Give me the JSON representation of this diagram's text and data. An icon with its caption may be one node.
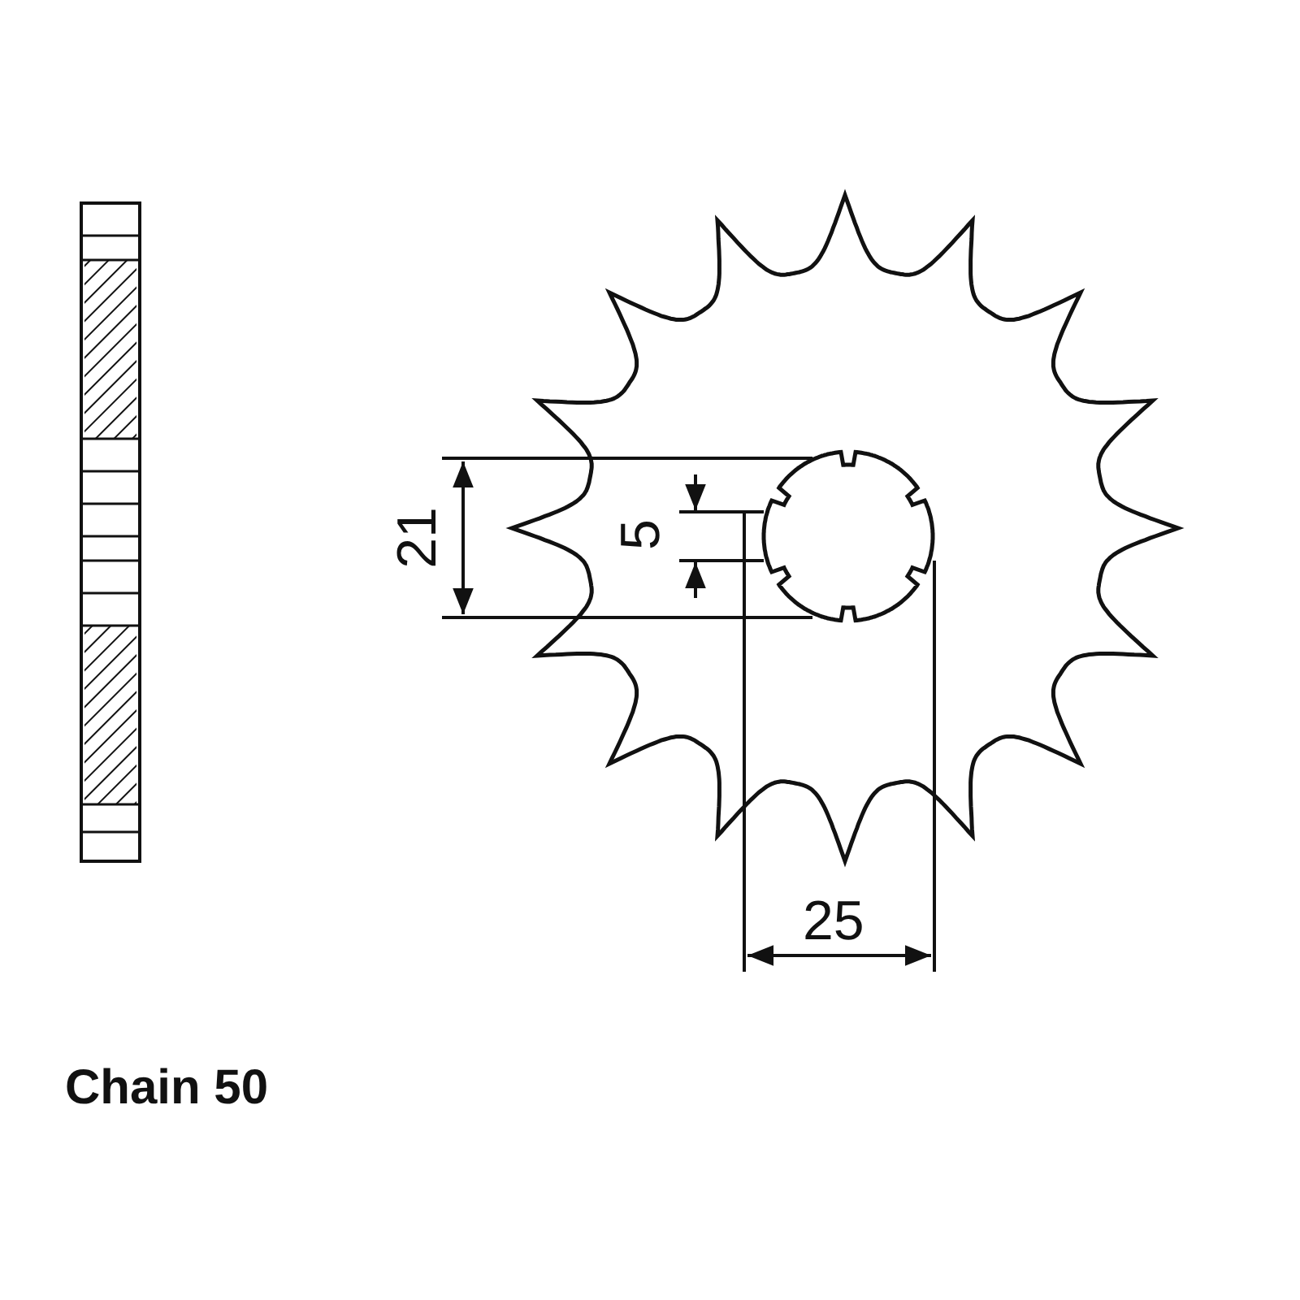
{
  "diagram": {
    "labels": [
      "21",
      "5",
      "25",
      "Chain 50"
    ]
  }
}
